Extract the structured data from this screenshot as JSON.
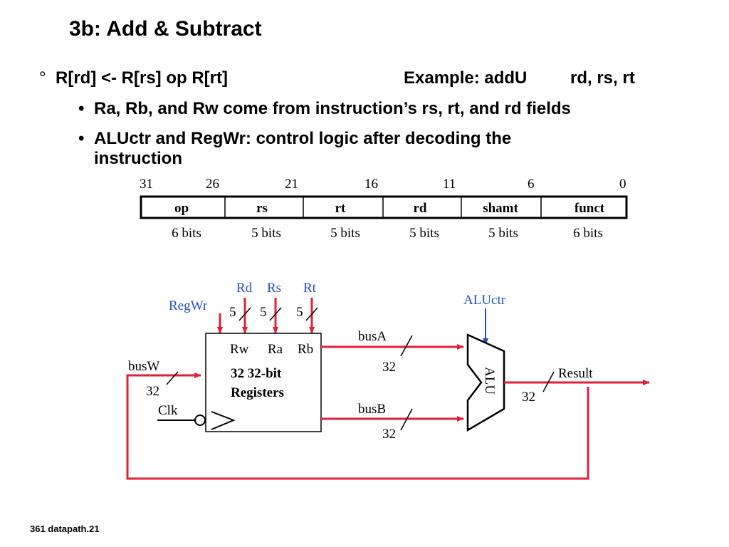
{
  "slide": {
    "title": "3b: Add & Subtract",
    "footer": "361 datapath.21"
  },
  "bullets": {
    "main_marker": "°",
    "main_text": "R[rd] <- R[rs] op R[rt]",
    "example": "Example: addU",
    "example_operands": "rd, rs, rt",
    "sub_marker": "•",
    "sub1": "Ra, Rb, and Rw come from instruction’s rs, rt, and rd fields",
    "sub2_line1": "ALUctr and RegWr: control logic after decoding the",
    "sub2_line2": "instruction"
  },
  "instruction_format": {
    "bit_positions": [
      "31",
      "26",
      "21",
      "16",
      "11",
      "6",
      "0"
    ],
    "fields": [
      "op",
      "rs",
      "rt",
      "rd",
      "shamt",
      "funct"
    ],
    "widths": [
      "6 bits",
      "5 bits",
      "5 bits",
      "5 bits",
      "5 bits",
      "6 bits"
    ]
  },
  "datapath": {
    "reg_sources": [
      "Rd",
      "Rs",
      "Rt"
    ],
    "reg_source_widths": [
      "5",
      "5",
      "5"
    ],
    "regwr": "RegWr",
    "aluctr": "ALUctr",
    "port_rw": "Rw",
    "port_ra": "Ra",
    "port_rb": "Rb",
    "regfile_line1": "32 32-bit",
    "regfile_line2": "Registers",
    "busw": "busW",
    "busw_width": "32",
    "clk": "Clk",
    "busa": "busA",
    "busa_width": "32",
    "busb": "busB",
    "busb_width": "32",
    "alu": "ALU",
    "result": "Result",
    "result_width": "32"
  },
  "colors": {
    "bus": "#e0203a",
    "control": "#1f4fd1",
    "ink": "#000000"
  }
}
